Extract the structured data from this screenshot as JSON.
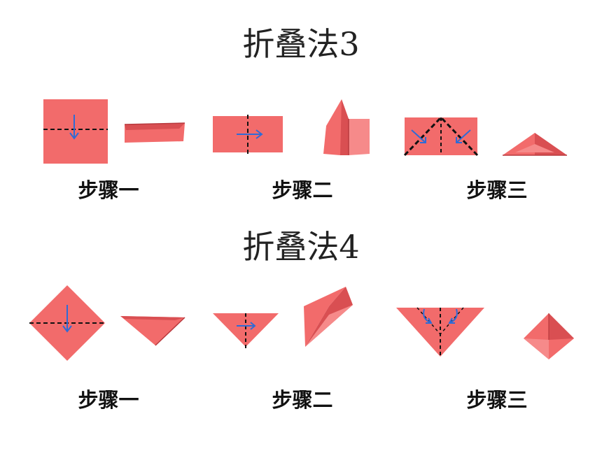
{
  "methods": [
    {
      "title": "折叠法3",
      "steps": [
        {
          "label": "步骤一"
        },
        {
          "label": "步骤二"
        },
        {
          "label": "步骤三"
        }
      ]
    },
    {
      "title": "折叠法4",
      "steps": [
        {
          "label": "步骤一"
        },
        {
          "label": "步骤二"
        },
        {
          "label": "步骤三"
        }
      ]
    }
  ],
  "colors": {
    "paper": "#f26b6b",
    "paper_light": "#f68a8a",
    "paper_dark": "#d94f52",
    "paper_shadow": "#b83a3e",
    "fold_line": "#111111",
    "arrow": "#2f6bd6",
    "text": "#111111"
  }
}
